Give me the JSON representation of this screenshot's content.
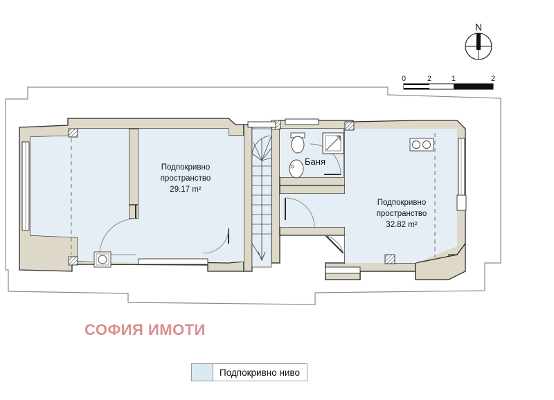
{
  "document": {
    "type": "architectural-floor-plan",
    "watermark": "СОФИЯ ИМОТИ"
  },
  "compass": {
    "north_label": "N"
  },
  "scale_bar": {
    "ticks": [
      "0",
      "2",
      "1",
      "2"
    ]
  },
  "rooms": [
    {
      "id": "attic-left",
      "name_line1": "Подпокривно",
      "name_line2": "пространство",
      "area": "29.17 m²"
    },
    {
      "id": "bathroom",
      "name_line1": "Баня"
    },
    {
      "id": "attic-right",
      "name_line1": "Подпокривно",
      "name_line2": "пространство",
      "area": "32.82 m²"
    }
  ],
  "legend": {
    "swatch_color": "#dbeaf0",
    "label": "Подпокривно ниво"
  },
  "colors": {
    "room_fill": "#e6eef5",
    "wall_fill": "#ddd8c8",
    "wall_stroke": "#2b2b2b",
    "outline_stroke": "#8a8a8a",
    "watermark": "#d98f8f"
  }
}
